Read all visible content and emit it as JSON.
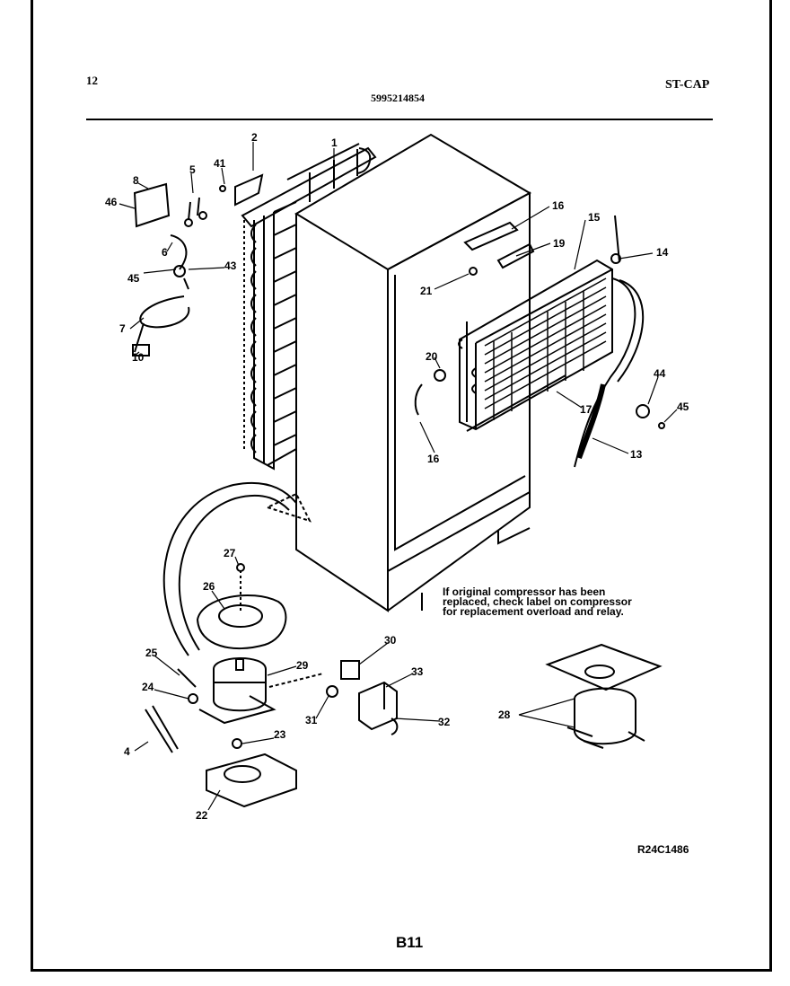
{
  "header": {
    "page_number": "12",
    "model_number": "5995214854",
    "section": "ST-CAP"
  },
  "labels": [
    "1",
    "2",
    "41",
    "8",
    "5",
    "46",
    "6",
    "45",
    "43",
    "7",
    "10",
    "16",
    "15",
    "19",
    "14",
    "21",
    "20",
    "44",
    "45",
    "16",
    "17",
    "13",
    "27",
    "26",
    "25",
    "29",
    "30",
    "33",
    "24",
    "31",
    "32",
    "28",
    "4",
    "23",
    "22"
  ],
  "note": "If original compressor has been replaced, check label on compressor for replacement overload and relay.",
  "diagram_ref": "R24C1486",
  "page_code": "B11"
}
